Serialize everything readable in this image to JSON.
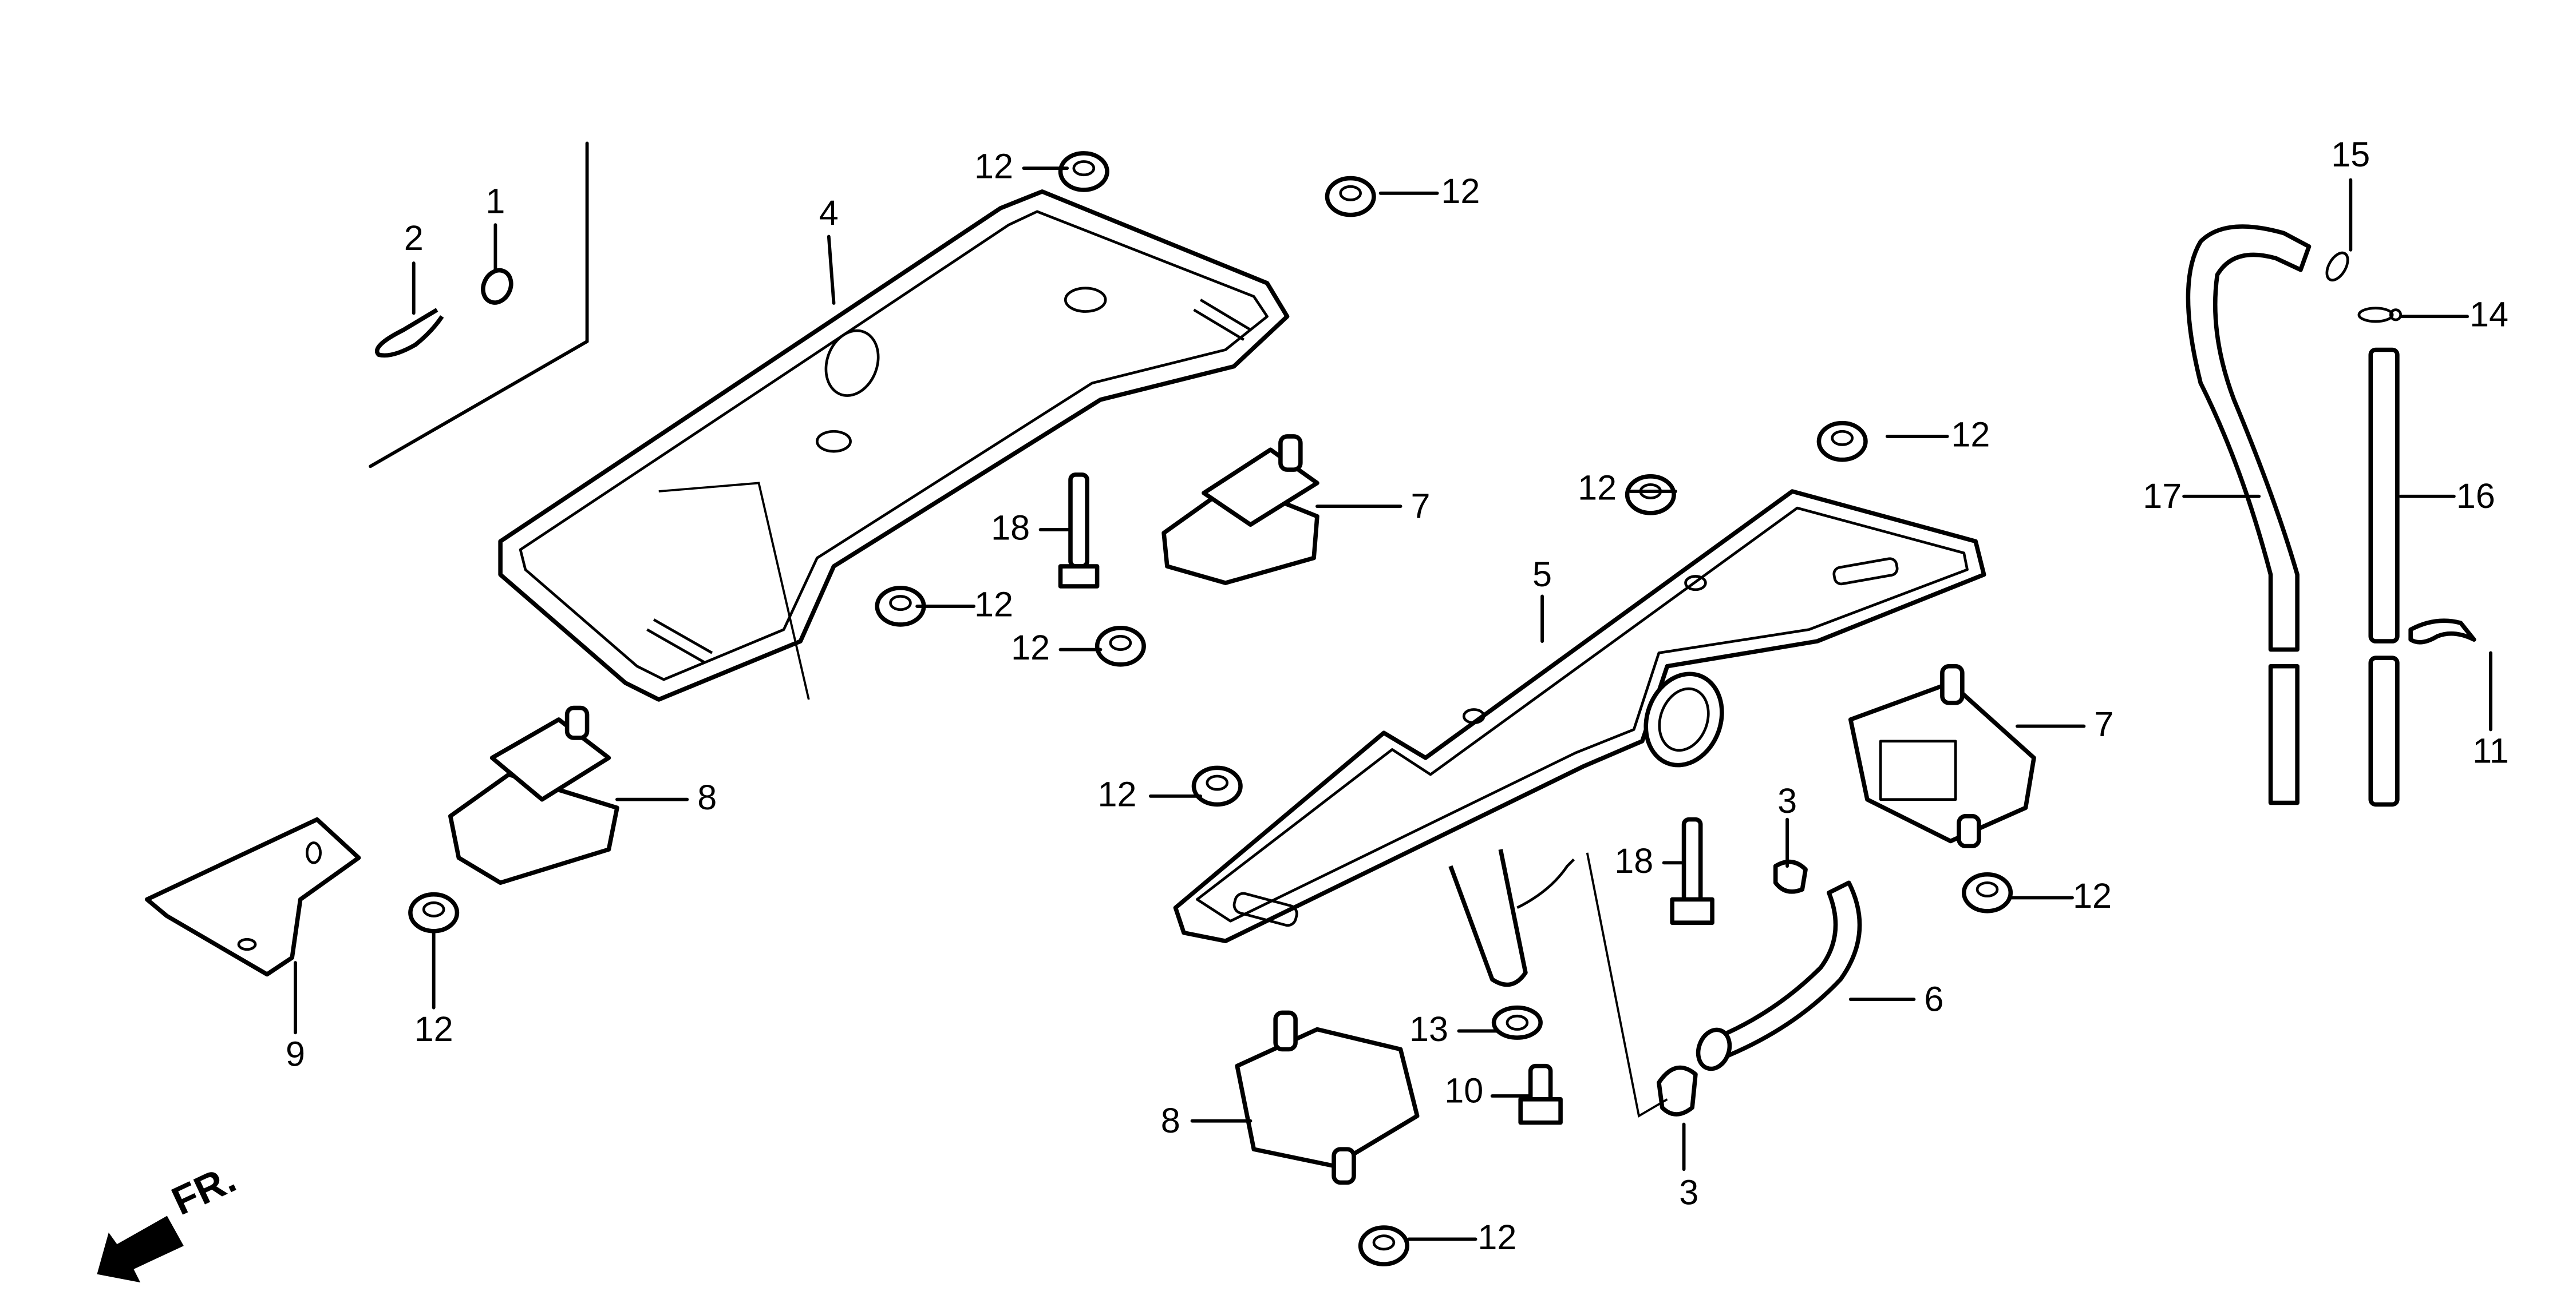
{
  "diagram": {
    "type": "exploded-parts-diagram",
    "direction_marker": {
      "label": "FR.",
      "icon": "front-direction-arrow"
    },
    "callouts": [
      {
        "id": "c1",
        "label": "1",
        "part": "cap"
      },
      {
        "id": "c2",
        "label": "2",
        "part": "clip"
      },
      {
        "id": "c3a",
        "label": "3",
        "part": "hose-clamp"
      },
      {
        "id": "c3b",
        "label": "3",
        "part": "hose-clamp"
      },
      {
        "id": "c4",
        "label": "4",
        "part": "upper-tray"
      },
      {
        "id": "c5",
        "label": "5",
        "part": "lower-tray"
      },
      {
        "id": "c6",
        "label": "6",
        "part": "drain-hose"
      },
      {
        "id": "c7a",
        "label": "7",
        "part": "rubber-mount"
      },
      {
        "id": "c7b",
        "label": "7",
        "part": "rubber-mount"
      },
      {
        "id": "c8a",
        "label": "8",
        "part": "rubber-mount"
      },
      {
        "id": "c8b",
        "label": "8",
        "part": "rubber-mount"
      },
      {
        "id": "c9",
        "label": "9",
        "part": "bracket-plate"
      },
      {
        "id": "c10",
        "label": "10",
        "part": "bolt"
      },
      {
        "id": "c11",
        "label": "11",
        "part": "hose-clip"
      },
      {
        "id": "c12a",
        "label": "12",
        "part": "flange-nut"
      },
      {
        "id": "c12b",
        "label": "12",
        "part": "flange-nut"
      },
      {
        "id": "c12c",
        "label": "12",
        "part": "flange-nut"
      },
      {
        "id": "c12d",
        "label": "12",
        "part": "flange-nut"
      },
      {
        "id": "c12e",
        "label": "12",
        "part": "flange-nut"
      },
      {
        "id": "c12f",
        "label": "12",
        "part": "flange-nut"
      },
      {
        "id": "c12g",
        "label": "12",
        "part": "flange-nut"
      },
      {
        "id": "c12h",
        "label": "12",
        "part": "flange-nut"
      },
      {
        "id": "c12i",
        "label": "12",
        "part": "flange-nut"
      },
      {
        "id": "c12j",
        "label": "12",
        "part": "flange-nut"
      },
      {
        "id": "c12k",
        "label": "12",
        "part": "flange-nut"
      },
      {
        "id": "c13",
        "label": "13",
        "part": "washer"
      },
      {
        "id": "c14",
        "label": "14",
        "part": "clip"
      },
      {
        "id": "c15",
        "label": "15",
        "part": "clip"
      },
      {
        "id": "c16",
        "label": "16",
        "part": "straight-tube"
      },
      {
        "id": "c17",
        "label": "17",
        "part": "bent-tube"
      },
      {
        "id": "c18a",
        "label": "18",
        "part": "flange-bolt"
      },
      {
        "id": "c18b",
        "label": "18",
        "part": "flange-bolt"
      }
    ]
  }
}
